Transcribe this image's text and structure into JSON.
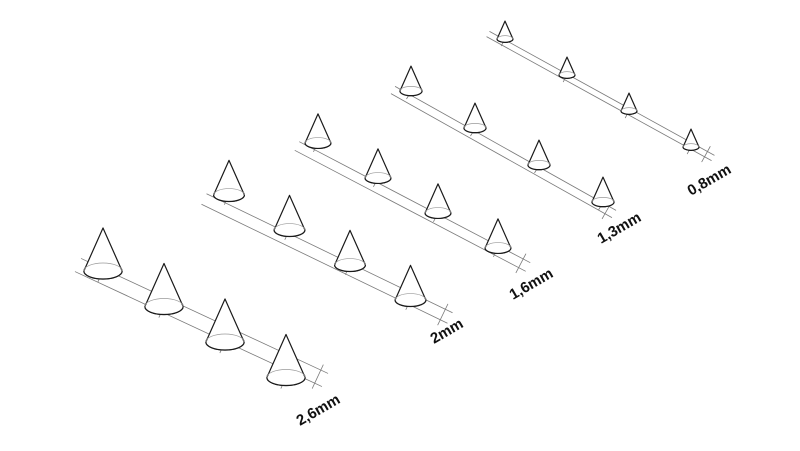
{
  "rows": [
    {
      "label": "2,6mm",
      "size_mm": 2.6,
      "cone_count": 4
    },
    {
      "label": "2mm",
      "size_mm": 2.0,
      "cone_count": 4
    },
    {
      "label": "1,6mm",
      "size_mm": 1.6,
      "cone_count": 4
    },
    {
      "label": "1,3mm",
      "size_mm": 1.3,
      "cone_count": 4
    },
    {
      "label": "0,8mm",
      "size_mm": 0.8,
      "cone_count": 4
    }
  ],
  "colors": {
    "outline": "#1a1a1a",
    "guide": "#7a7a7a",
    "fill": "#ffffff"
  }
}
